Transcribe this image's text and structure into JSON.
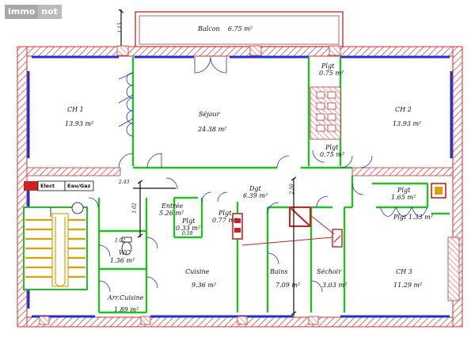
{
  "watermark": {
    "left": "immo",
    "right": "not"
  },
  "rooms": {
    "balcon": {
      "name": "Balcon",
      "area": "6.75 m²"
    },
    "ch1": {
      "name": "CH 1",
      "area": "13.93 m²"
    },
    "sejour": {
      "name": "Séjour",
      "area": "24.38 m²"
    },
    "ch2": {
      "name": "CH 2",
      "area": "13.93 m²"
    },
    "plgt_top": {
      "name": "Plgt",
      "area": "0.75 m²"
    },
    "plgt_mid": {
      "name": "Plgt",
      "area": "0.75 m²"
    },
    "entree": {
      "name": "Entrée",
      "area": "5.26 m²"
    },
    "plgt_a": {
      "name": "Plgt",
      "area": "0.33 m²"
    },
    "plgt_b": {
      "name": "Plgt",
      "area": "0.77 m²"
    },
    "dgt": {
      "name": "Dgt",
      "area": "6.39 m²"
    },
    "plgt_r1": {
      "name": "Plgt",
      "area": "1.65 m²"
    },
    "plgt_r2": {
      "name": "Plgt",
      "area": "1.33 m²"
    },
    "wc": {
      "name": "WC",
      "area": "1.36 m²"
    },
    "cuisine": {
      "name": "Cuisine",
      "area": "9.36 m²"
    },
    "bains": {
      "name": "Bains",
      "area": "7.09 m²"
    },
    "sechoir": {
      "name": "Séchoir",
      "area": "3.03 m²"
    },
    "ch3": {
      "name": "CH 3",
      "area": "11.29 m²"
    },
    "arr_cuisine": {
      "name": "Arr.Cuisine",
      "area": "1.89 m²"
    }
  },
  "tags": {
    "elect": "Elect",
    "eau_gaz": "Eau/Gaz"
  },
  "dims": {
    "d1": "1.15",
    "d2": "2.43",
    "d3": "1.02",
    "d4": "1.02",
    "d5": "0.59",
    "d6": "2.50"
  }
}
